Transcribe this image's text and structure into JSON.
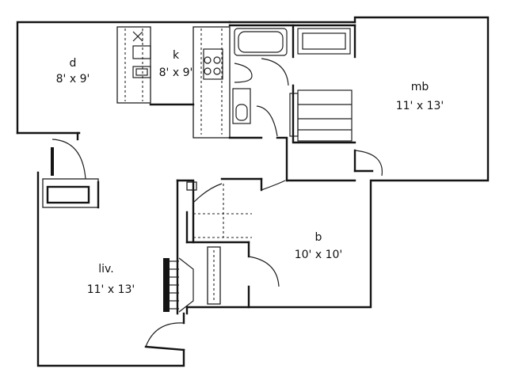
{
  "floorplan": {
    "rooms": [
      {
        "id": "dining",
        "name": "d",
        "dimensions": "8' x 9'"
      },
      {
        "id": "kitchen",
        "name": "k",
        "dimensions": "8' x 9'"
      },
      {
        "id": "master-bedroom",
        "name": "mb",
        "dimensions": "11' x 13'"
      },
      {
        "id": "bedroom",
        "name": "b",
        "dimensions": "10' x 10'"
      },
      {
        "id": "living",
        "name": "liv.",
        "dimensions": "11' x 13'"
      }
    ]
  }
}
